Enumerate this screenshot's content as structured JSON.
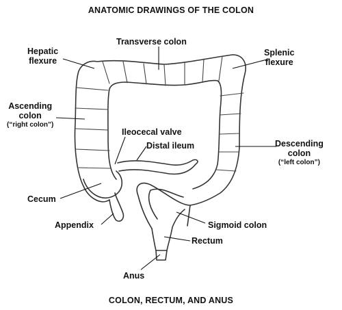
{
  "title_top": "ANATOMIC DRAWINGS OF THE COLON",
  "title_bottom": "COLON, RECTUM, AND ANUS",
  "labels": {
    "transverse_colon": "Transverse colon",
    "hepatic_flexure_1": "Hepatic",
    "hepatic_flexure_2": "flexure",
    "splenic_flexure_1": "Splenic",
    "splenic_flexure_2": "flexure",
    "ascending_colon_1": "Ascending",
    "ascending_colon_2": "colon",
    "ascending_colon_3": "(“right colon”)",
    "ileocecal_valve": "Ileocecal valve",
    "distal_ileum": "Distal ileum",
    "descending_colon_1": "Descending",
    "descending_colon_2": "colon",
    "descending_colon_3": "(“left colon”)",
    "cecum": "Cecum",
    "appendix": "Appendix",
    "sigmoid_colon": "Sigmoid colon",
    "rectum": "Rectum",
    "anus": "Anus"
  }
}
